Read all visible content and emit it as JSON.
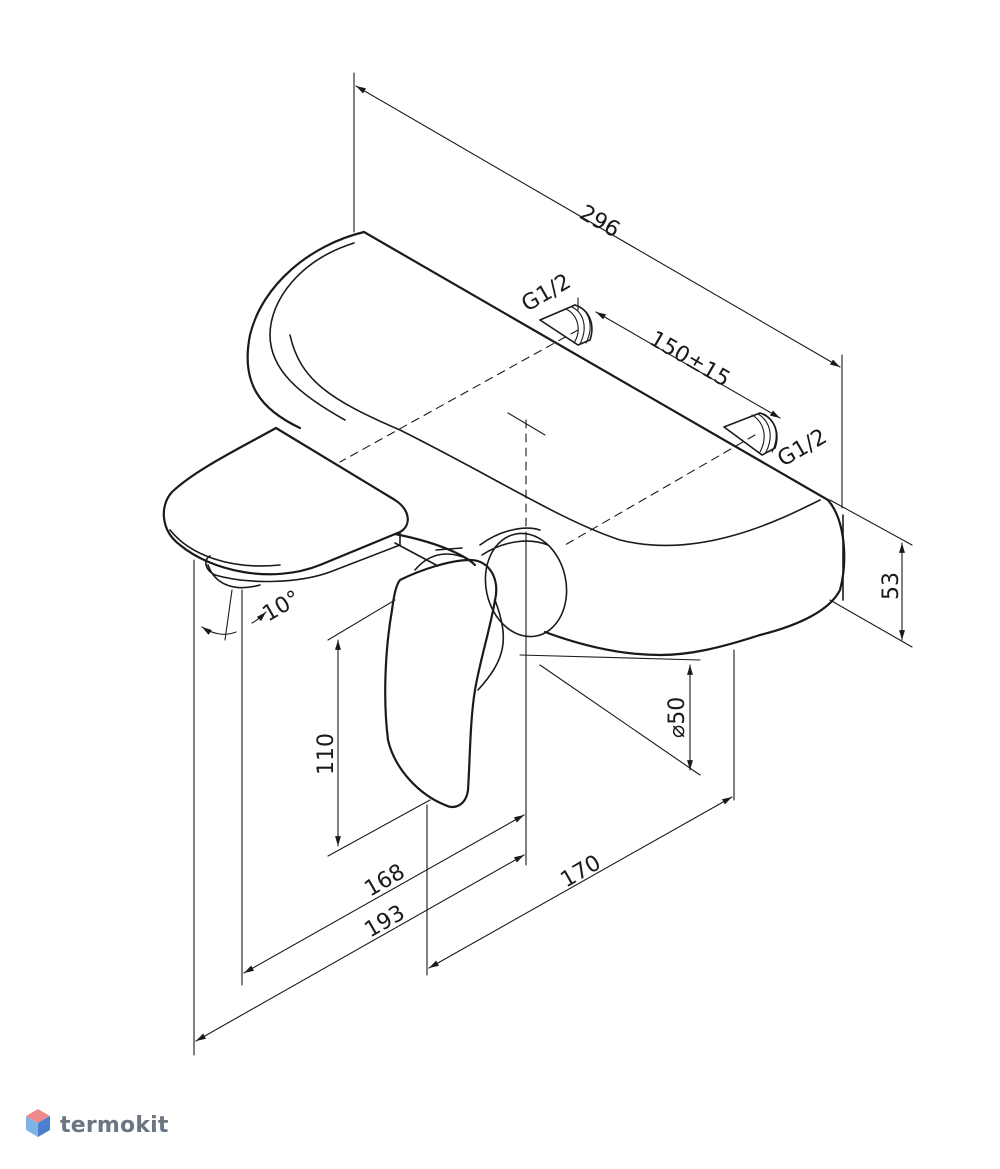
{
  "dimensions": {
    "overall_length": "296",
    "connection_thread_left": "G1/2",
    "connection_thread_right": "G1/2",
    "inlet_spacing": "150±15",
    "body_height": "53",
    "handle_diameter": "⌀50",
    "handle_height": "110",
    "spout_angle": "10°",
    "depth_168": "168",
    "depth_193": "193",
    "depth_170": "170"
  },
  "brand": {
    "name": "termokit",
    "logo_colors": [
      "#f08a8a",
      "#7fb3e6",
      "#4a7fd1"
    ]
  }
}
